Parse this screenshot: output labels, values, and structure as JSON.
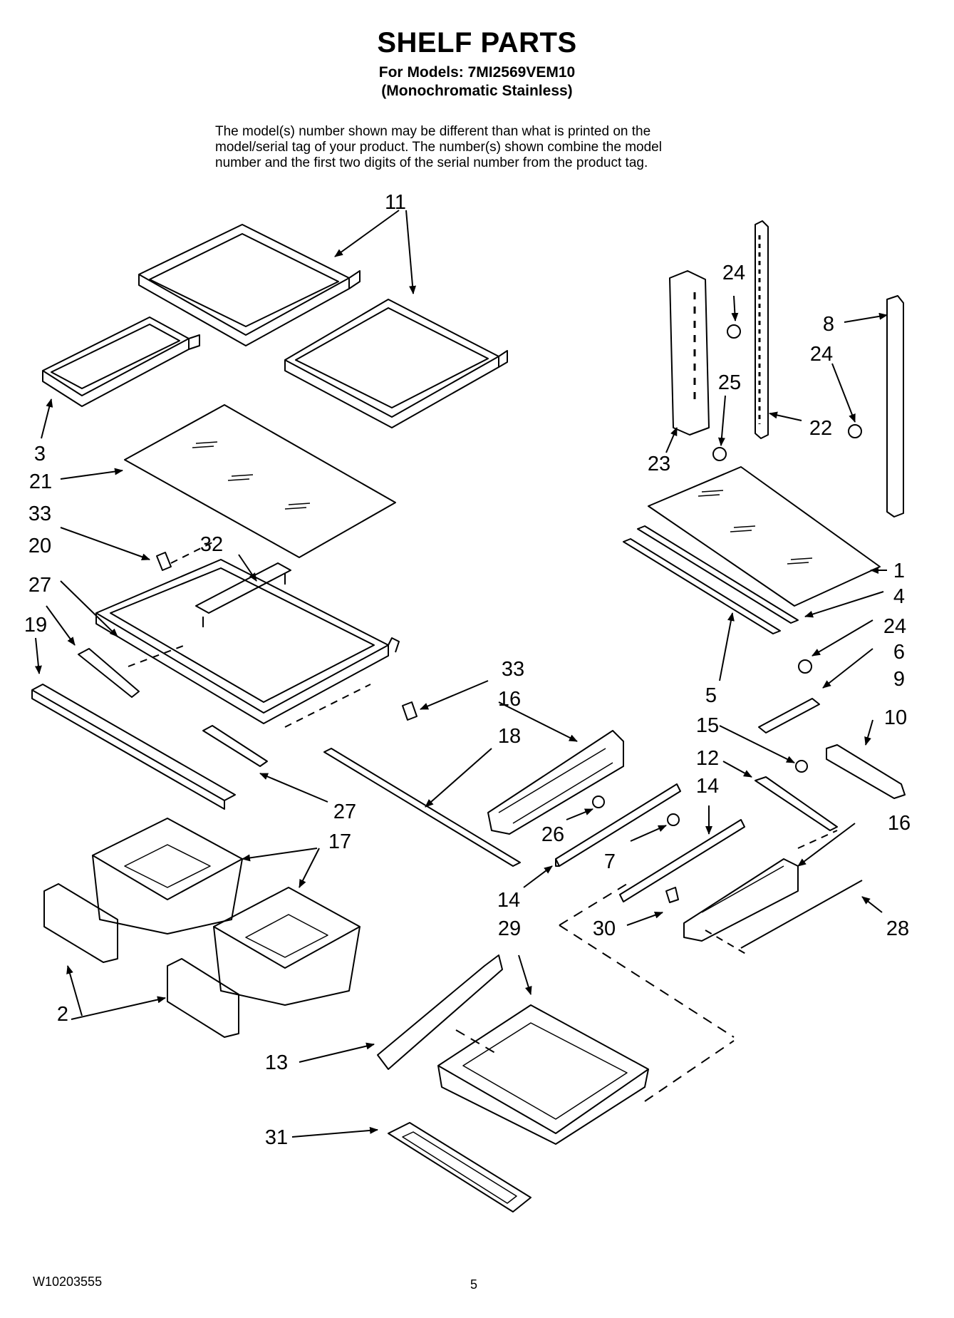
{
  "header": {
    "title": "SHELF PARTS",
    "models_line": "For Models: 7MI2569VEM10",
    "variant_line": "(Monochromatic Stainless)"
  },
  "note": {
    "line1": "The model(s) number shown may be different than what is printed on the",
    "line2": "model/serial tag of your product. The number(s) shown combine the model",
    "line3": "number and the first two digits of the serial number from the product tag."
  },
  "callouts": [
    "11",
    "24",
    "8",
    "24",
    "25",
    "22",
    "23",
    "3",
    "21",
    "33",
    "32",
    "20",
    "27",
    "19",
    "1",
    "4",
    "24",
    "6",
    "9",
    "5",
    "33",
    "16",
    "18",
    "15",
    "10",
    "12",
    "14",
    "16",
    "27",
    "17",
    "26",
    "7",
    "14",
    "30",
    "28",
    "29",
    "2",
    "13",
    "31"
  ],
  "footer": {
    "doc_number": "W10203555",
    "page_number": "5"
  }
}
